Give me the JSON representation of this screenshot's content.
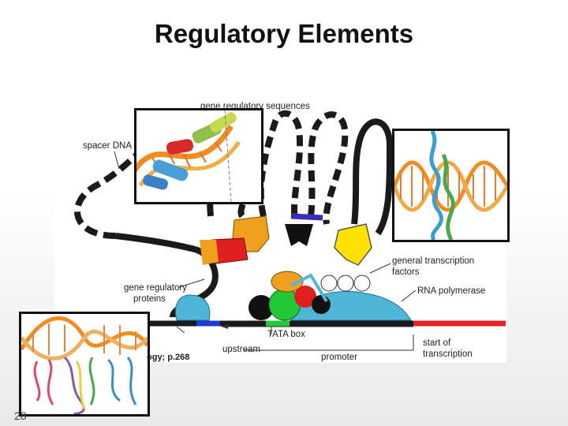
{
  "slide": {
    "title": "Regulatory Elements",
    "page_number": "28",
    "citation": "ogy; p.268"
  },
  "diagram": {
    "labels": {
      "gene_regulatory_sequences": "gene regulatory sequences",
      "spacer_dna": "spacer DNA",
      "general_transcription_factors_1": "general transcription",
      "general_transcription_factors_2": "factors",
      "rna_polymerase": "RNA polymerase",
      "gene_regulatory_proteins_1": "gene regulatory",
      "gene_regulatory_proteins_2": "proteins",
      "tata_box": "TATA box",
      "upstream": "upstream",
      "promoter": "promoter",
      "start_of_transcription_1": "start of",
      "start_of_transcription_2": "transcription"
    },
    "colors": {
      "dna": "#1a1a1a",
      "red_protein": "#e02020",
      "orange_protein": "#f0a020",
      "yellow_protein": "#ffe200",
      "blue_protein": "#4fb6d8",
      "green_protein": "#22c83a",
      "transcript": "#e8222a",
      "purple_site": "#3a2db8"
    }
  },
  "insets": {
    "top": "protein-dna-complex-icon",
    "right": "helix-dna-icon",
    "bottom": "dna-binding-dimer-icon"
  }
}
